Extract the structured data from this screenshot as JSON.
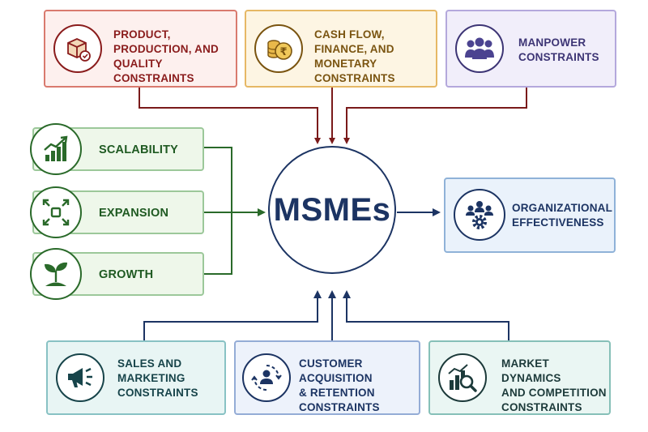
{
  "center": {
    "label": "MSMEs"
  },
  "top_constraints": [
    {
      "label": "PRODUCT,\nPRODUCTION, AND\nQUALITY CONSTRAINTS",
      "icon": "product-box-icon",
      "color": "#8a1c1c"
    },
    {
      "label": "CASH FLOW,\nFINANCE, AND\nMONETARY CONSTRAINTS",
      "icon": "rupee-coins-icon",
      "color": "#7a5410"
    },
    {
      "label": "MANPOWER\nCONSTRAINTS",
      "icon": "people-group-icon",
      "color": "#3d3575"
    }
  ],
  "left_drivers": [
    {
      "label": "SCALABILITY",
      "icon": "growth-chart-icon",
      "color": "#1f5a22"
    },
    {
      "label": "EXPANSION",
      "icon": "expand-arrows-icon",
      "color": "#1f5a22"
    },
    {
      "label": "GROWTH",
      "icon": "sprout-icon",
      "color": "#1f5a22"
    }
  ],
  "outcome": {
    "label": "ORGANIZATIONAL\nEFFECTIVENESS",
    "icon": "team-gear-icon",
    "color": "#1c3463"
  },
  "bottom_constraints": [
    {
      "label": "SALES AND\nMARKETING\nCONSTRAINTS",
      "icon": "megaphone-icon",
      "color": "#17444a"
    },
    {
      "label": "CUSTOMER ACQUISITION\n& RETENTION\nCONSTRAINTS",
      "icon": "customer-cycle-icon",
      "color": "#1c3463"
    },
    {
      "label": "MARKET DYNAMICS\nAND COMPETITION\nCONSTRAINTS",
      "icon": "market-analysis-icon",
      "color": "#1c3a3a"
    }
  ]
}
